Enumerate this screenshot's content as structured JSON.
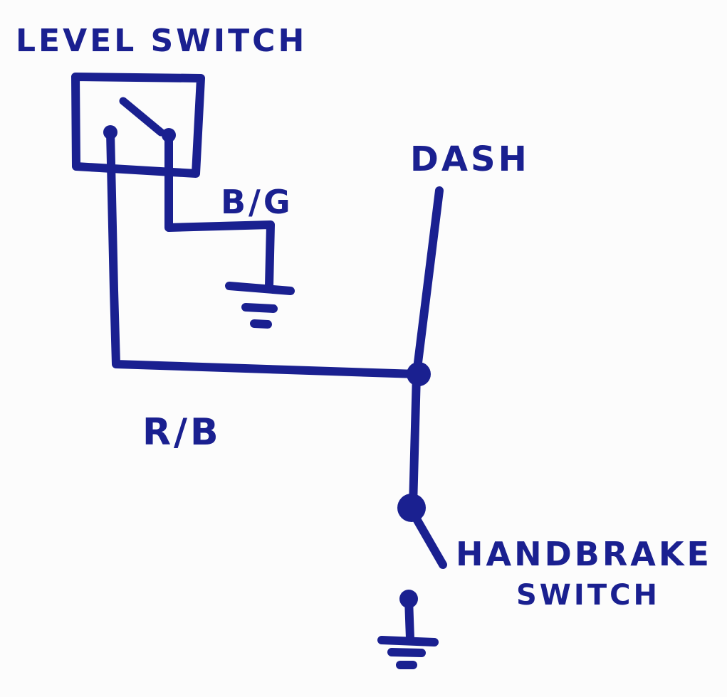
{
  "labels": {
    "level_switch": "LEVEL SWITCH",
    "dash": "DASH",
    "bg_wire": "B/G",
    "rb_wire": "R/B",
    "handbrake_line1": "HANDBRAKE",
    "handbrake_line2": "SWITCH"
  },
  "colors": {
    "ink": "#1a2090",
    "paper": "#fcfcfc"
  }
}
